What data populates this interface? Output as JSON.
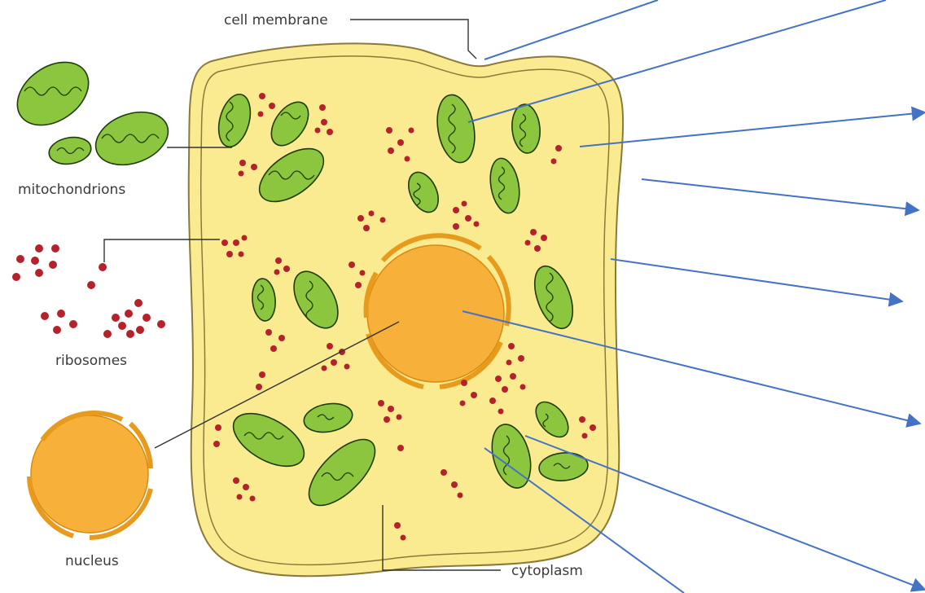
{
  "labels": {
    "cell_membrane": "cell membrane",
    "mitochondrions": "mitochondrions",
    "ribosomes": "ribosomes",
    "nucleus": "nucleus",
    "cytoplasm": "cytoplasm"
  },
  "colors": {
    "cytoplasm_fill": "#fbeb90",
    "membrane_stroke": "#8a7a3a",
    "mitochondrion_fill": "#8cc63f",
    "mitochondrion_inner": "#5a8f22",
    "ribosome": "#b5222b",
    "nucleus_fill": "#f7b03a",
    "nucleus_rim": "#e89a1c",
    "arrow": "#4472c4",
    "leader_line": "#333333"
  }
}
